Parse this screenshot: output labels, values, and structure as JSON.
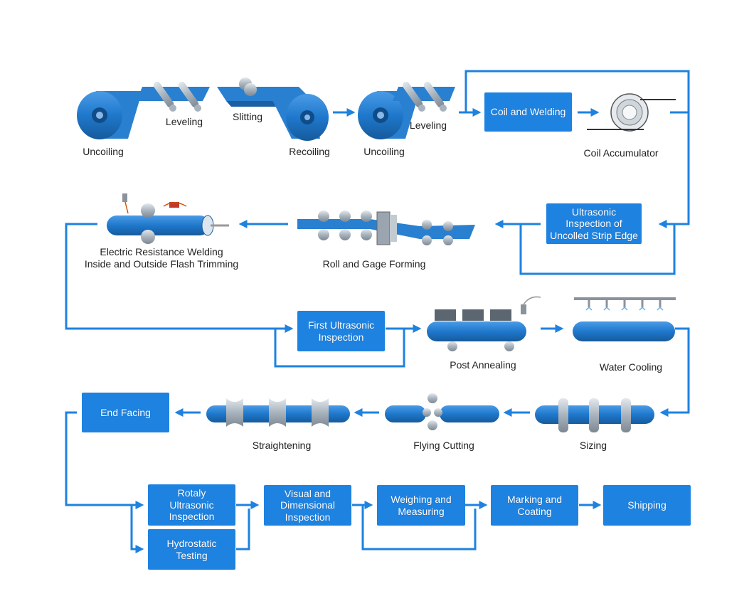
{
  "colors": {
    "flow": "#1e82e0",
    "pipe": "#2a80d0",
    "pipe_dark": "#1a5fa3",
    "roller": "#b9c3cc",
    "text": "#222222"
  },
  "labels": {
    "uncoiling_1": "Uncoiling",
    "leveling_1": "Leveling",
    "slitting": "Slitting",
    "recoiling": "Recoiling",
    "uncoiling_2": "Uncoiling",
    "leveling_2": "Leveling",
    "coil_accumulator": "Coil Accumulator",
    "erw": "Electric Resistance Welding\nInside and Outside Flash Trimming",
    "roll_forming": "Roll and Gage Forming",
    "post_annealing": "Post Annealing",
    "water_cooling": "Water Cooling",
    "straightening": "Straightening",
    "flying_cutting": "Flying Cutting",
    "sizing": "Sizing"
  },
  "boxes": {
    "coil_welding": "Coil and Welding",
    "ultrasonic_strip": "Ultrasonic\nInspection of\nUncolled Strip Edge",
    "first_ultrasonic": "First Ultrasonic\nInspection",
    "end_facing": "End Facing",
    "rotaly_ultrasonic": "Rotaly\nUltrasonic\nInspection",
    "hydrostatic": "Hydrostatic\nTesting",
    "visual_dimensional": "Visual and\nDimensional\nInspection",
    "weighing": "Weighing and\nMeasuring",
    "marking": "Marking and\nCoating",
    "shipping": "Shipping"
  }
}
